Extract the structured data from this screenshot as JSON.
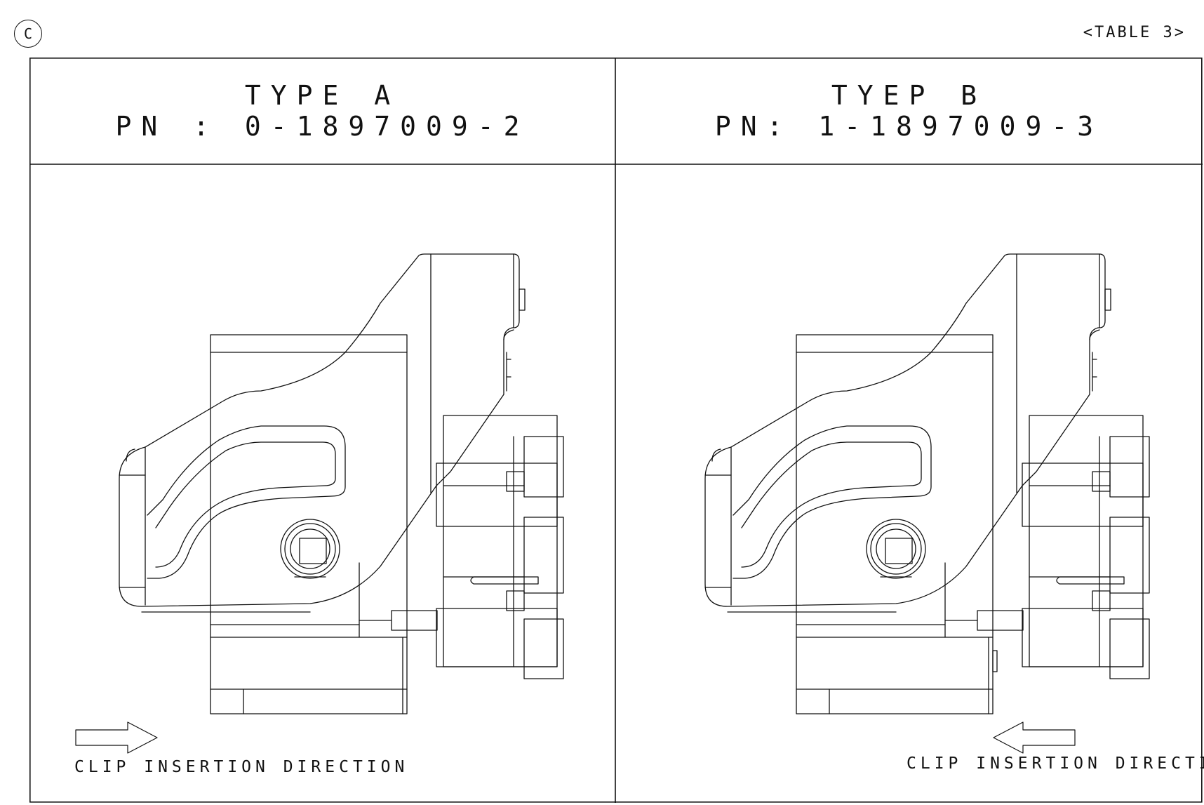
{
  "sheet": {
    "revision_mark": "C",
    "table_ref": "<TABLE 3>"
  },
  "panels": [
    {
      "type_label": "TYPE A",
      "part_number": "PN : 0-1897009-2",
      "note": "CLIP INSERTION DIRECTION",
      "arrow_direction": "right"
    },
    {
      "type_label": "TYEP B",
      "part_number": "PN: 1-1897009-3",
      "note": "CLIP INSERTION DIRECTION",
      "arrow_direction": "left"
    }
  ]
}
